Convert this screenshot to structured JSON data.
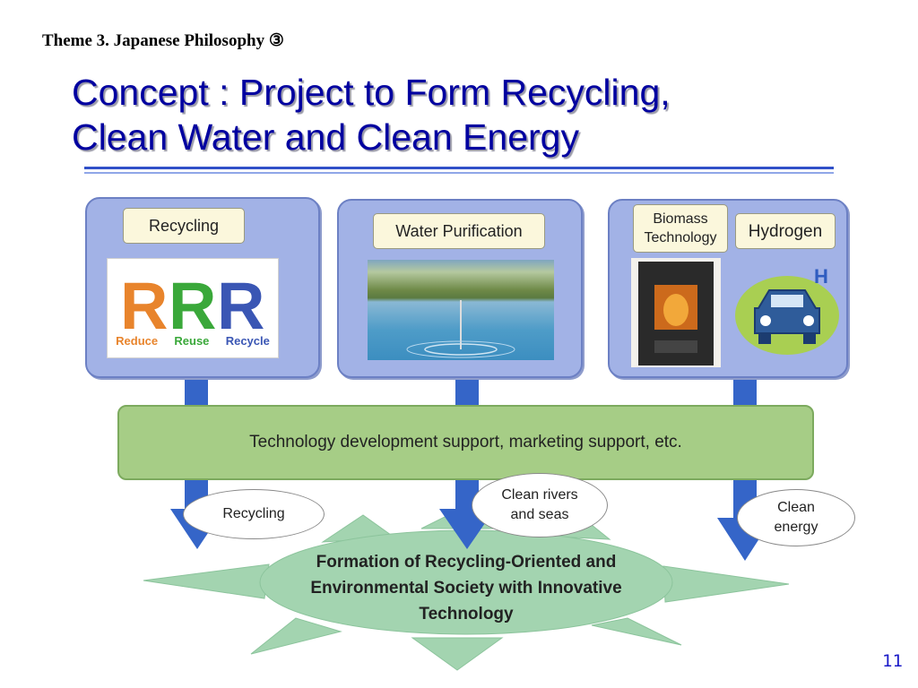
{
  "header": {
    "theme": "Theme 3.  Japanese Philosophy ③",
    "title_line1": "Concept : Project to Form Recycling,",
    "title_line2": "Clean Water and Clean Energy"
  },
  "panels": {
    "recycling": {
      "label": "Recycling",
      "logo": {
        "letters": "RRR",
        "words": [
          "Reduce",
          "Reuse",
          "Recycle"
        ]
      }
    },
    "water": {
      "label": "Water Purification"
    },
    "energy": {
      "label_biomass": "Biomass Technology",
      "label_hydrogen": "Hydrogen",
      "hydrogen_mark": "H"
    }
  },
  "band": {
    "text": "Technology development support, marketing support, etc."
  },
  "outcomes": {
    "recycling": "Recycling",
    "water": "Clean rivers and seas",
    "energy": "Clean energy"
  },
  "society": {
    "text": "Formation of Recycling-Oriented and Environmental Society with Innovative Technology"
  },
  "page_number": "11",
  "colors": {
    "title": "#0000a0",
    "panel": "#a2b2e6",
    "band": "#a6cd86",
    "burst": "#a3d4b0",
    "arrow": "#3565c8",
    "page_number": "#1a1ac8"
  }
}
